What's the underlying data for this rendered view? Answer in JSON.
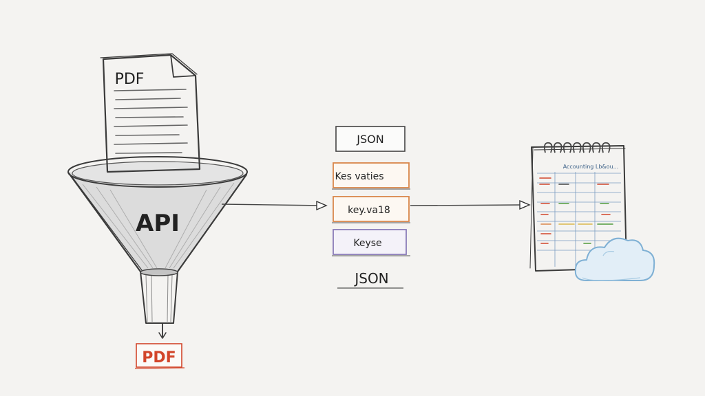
{
  "document": {
    "label": "PDF"
  },
  "funnel": {
    "label": "API"
  },
  "output": {
    "label": "PDF",
    "color": "#d2452a"
  },
  "stack": {
    "items": [
      {
        "label": "JSON",
        "accent": "#444444"
      },
      {
        "label": "Kes vaties",
        "accent": "#d9864a"
      },
      {
        "label": "key.va18",
        "accent": "#d9864a"
      },
      {
        "label": "Keyse",
        "accent": "#8a7bb8"
      },
      {
        "label": "JSON",
        "accent": "#444444"
      }
    ]
  },
  "ledger": {
    "title": "Accounting Lb&ou..."
  },
  "colors": {
    "background": "#f4f3f1",
    "ink": "#333333",
    "cloud": "#9fc6e0",
    "red": "#d2452a",
    "green": "#4f9a3a",
    "orange": "#d9864a",
    "purple": "#8a7bb8"
  }
}
